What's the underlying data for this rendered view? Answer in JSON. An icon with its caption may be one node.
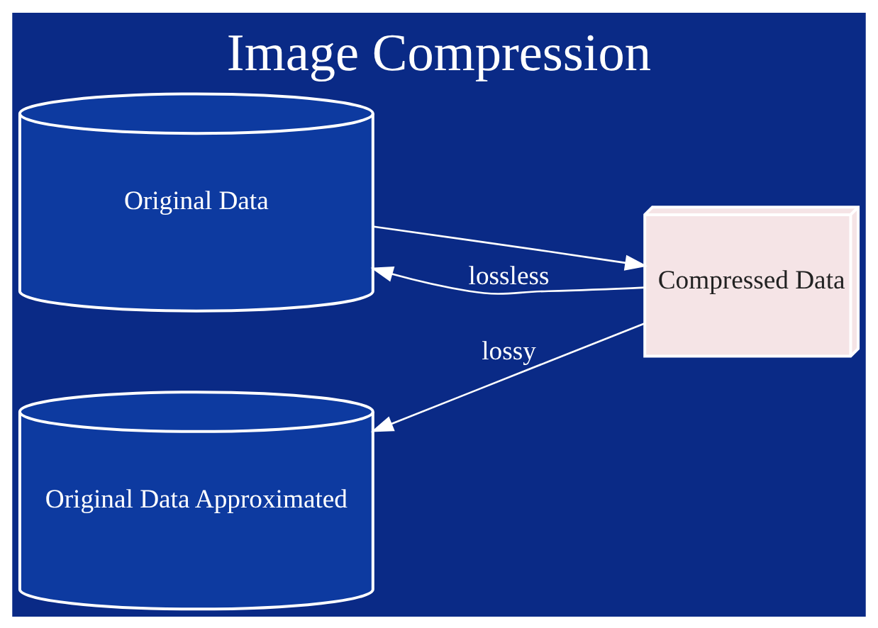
{
  "diagram": {
    "title": "Image Compression",
    "nodes": [
      {
        "text": [
          "Original Data"
        ]
      },
      {
        "text": [
          "Compressed Data"
        ]
      },
      {
        "text": [
          "Original Data Approximated"
        ]
      }
    ],
    "edges": [
      {
        "from": 0,
        "to": 1,
        "arrow": "to"
      },
      {
        "from": 1,
        "to": 0,
        "arrow": "to",
        "label": "lossless"
      },
      {
        "from": 1,
        "to": 2,
        "arrow": "to",
        "label": "lossy"
      }
    ]
  }
}
